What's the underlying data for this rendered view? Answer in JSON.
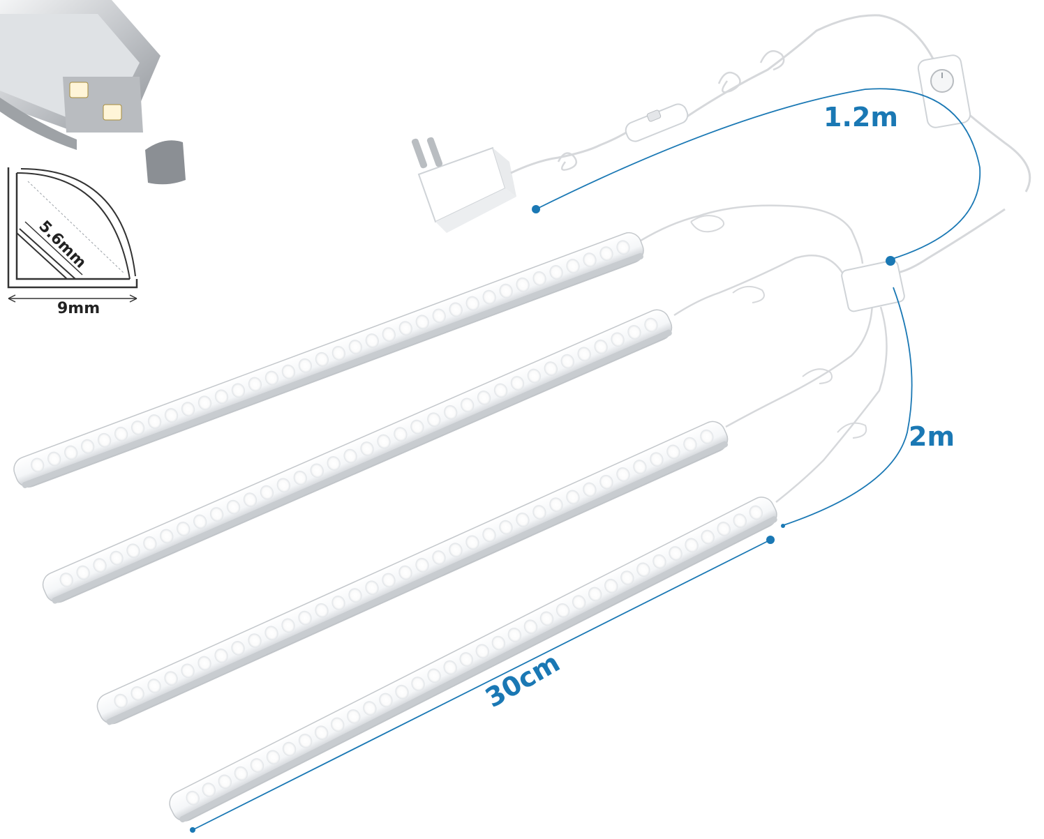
{
  "dimensions": {
    "cable_length_power": "1.2m",
    "cable_length_bars": "2m",
    "bar_length": "30cm",
    "profile_width": "9mm",
    "profile_diagonal": "5.6mm"
  },
  "colors": {
    "dimension_blue": "#1a78b4",
    "text_dark": "#222222",
    "led_glow": "#ffffff",
    "aluminium": "#c9ccd0",
    "cable": "#e8e8e8"
  },
  "objects": {
    "light_bar_count": 4,
    "leds_per_bar": 36,
    "icons": [
      "plug-adapter-icon",
      "inline-switch-icon",
      "rotary-dimmer-icon",
      "distribution-hub-icon",
      "corner-profile-photo-icon",
      "profile-cross-section-icon"
    ]
  }
}
